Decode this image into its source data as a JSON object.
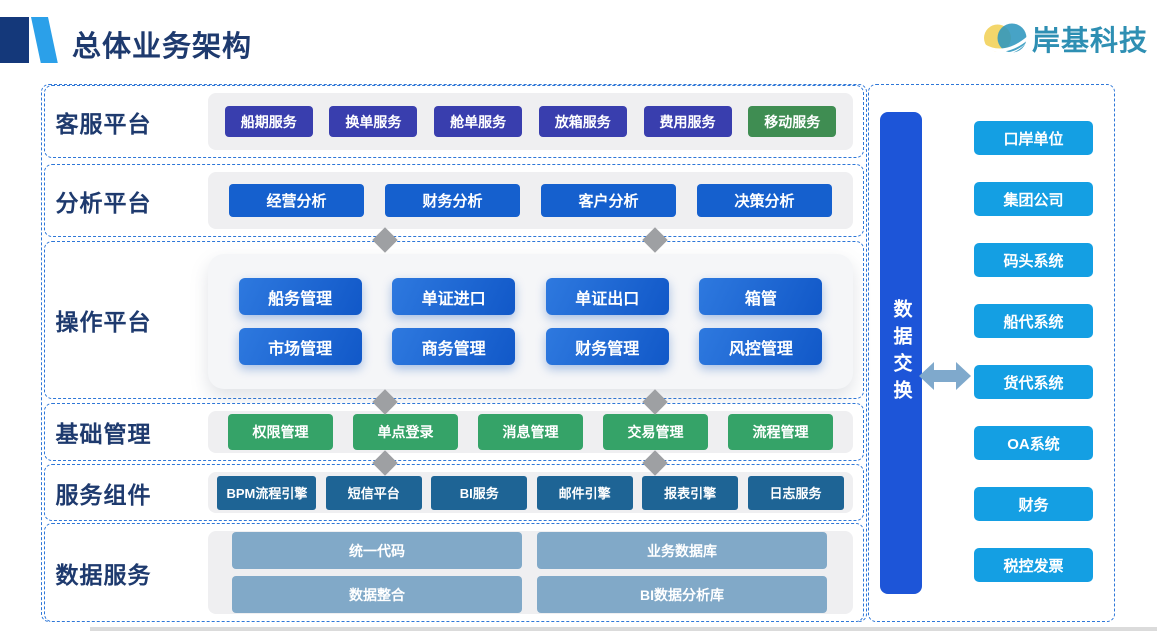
{
  "header": {
    "title": "总体业务架构",
    "brand_name": "岸基科技"
  },
  "platform_rows": [
    {
      "label": "客服平台",
      "items": [
        "船期服务",
        "换单服务",
        "舱单服务",
        "放箱服务",
        "费用服务",
        "移动服务"
      ]
    },
    {
      "label": "分析平台",
      "items": [
        "经营分析",
        "财务分析",
        "客户分析",
        "决策分析"
      ]
    },
    {
      "label": "操作平台",
      "items": [
        "船务管理",
        "单证进口",
        "单证出口",
        "箱管",
        "市场管理",
        "商务管理",
        "财务管理",
        "风控管理"
      ]
    },
    {
      "label": "基础管理",
      "items": [
        "权限管理",
        "单点登录",
        "消息管理",
        "交易管理",
        "流程管理"
      ]
    },
    {
      "label": "服务组件",
      "items": [
        "BPM流程引擎",
        "短信平台",
        "BI服务",
        "邮件引擎",
        "报表引擎",
        "日志服务"
      ]
    },
    {
      "label": "数据服务",
      "items": [
        "统一代码",
        "业务数据库",
        "数据整合",
        "BI数据分析库"
      ]
    }
  ],
  "data_exchange": {
    "bar_label": "数据交换",
    "external_systems": [
      "口岸单位",
      "集团公司",
      "码头系统",
      "船代系统",
      "货代系统",
      "OA系统",
      "财务",
      "税控发票"
    ]
  },
  "colors": {
    "navy_text": "#1E3A6E",
    "dashed_border": "#2E77D8",
    "customer_indigo": "#393EAE",
    "mobile_green": "#3F8D52",
    "analysis_blue": "#1560CE",
    "ops_gradient_from": "#2E79DF",
    "ops_gradient_to": "#1158C8",
    "base_green": "#35A368",
    "component_steel": "#1E6495",
    "data_muted_blue": "#81A9C8",
    "external_azure": "#149FE3",
    "exchange_bar_blue": "#1D55D8",
    "connector_gray": "#9EA0A3",
    "arrow_steel": "#7FA9CC",
    "brand_teal": "#2E8FB3",
    "logo_yellow": "#F3D66B",
    "logo_teal": "#2E96BE"
  }
}
